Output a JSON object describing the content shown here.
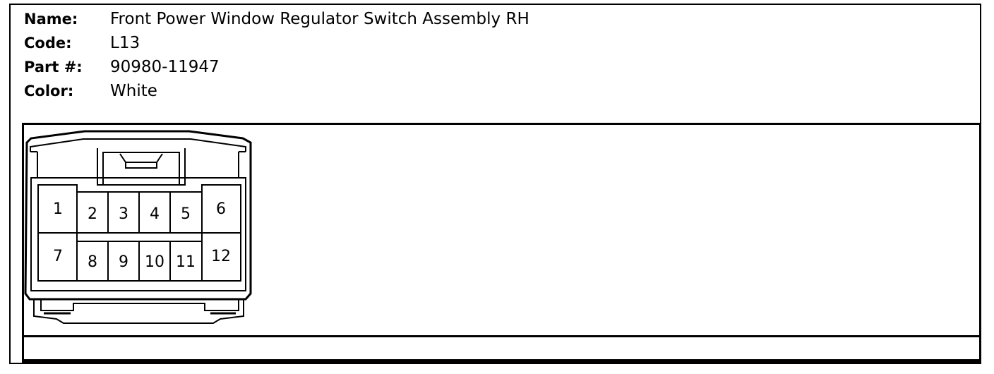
{
  "connector_info": {
    "name_label": "Name:",
    "name_value": "Front Power Window Regulator Switch Assembly RH",
    "code_label": "Code:",
    "code_value": "L13",
    "part_label": "Part #:",
    "part_value": "90980-11947",
    "color_label": "Color:",
    "color_value": "White"
  },
  "pins": [
    "1",
    "2",
    "3",
    "4",
    "5",
    "6",
    "7",
    "8",
    "9",
    "10",
    "11",
    "12"
  ]
}
